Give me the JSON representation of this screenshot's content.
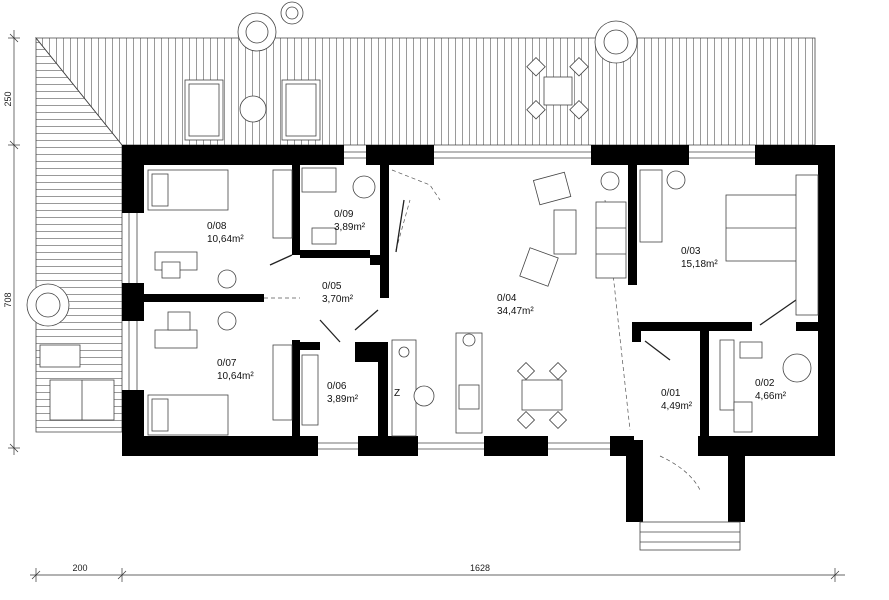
{
  "rooms": [
    {
      "code": "0/08",
      "area": "10,64m²"
    },
    {
      "code": "0/09",
      "area": "3,89m²"
    },
    {
      "code": "0/05",
      "area": "3,70m²"
    },
    {
      "code": "0/04",
      "area": "34,47m²"
    },
    {
      "code": "0/03",
      "area": "15,18m²"
    },
    {
      "code": "0/07",
      "area": "10,64m²"
    },
    {
      "code": "0/06",
      "area": "3,89m²"
    },
    {
      "code": "0/01",
      "area": "4,49m²"
    },
    {
      "code": "0/02",
      "area": "4,66m²"
    }
  ],
  "dimensions": {
    "terrace_depth": "250",
    "house_depth": "708",
    "left_offset": "200",
    "house_width": "1628"
  },
  "appliance_mark": "Z",
  "colors": {
    "wall": "#000000",
    "line": "#333333",
    "background": "#ffffff"
  }
}
